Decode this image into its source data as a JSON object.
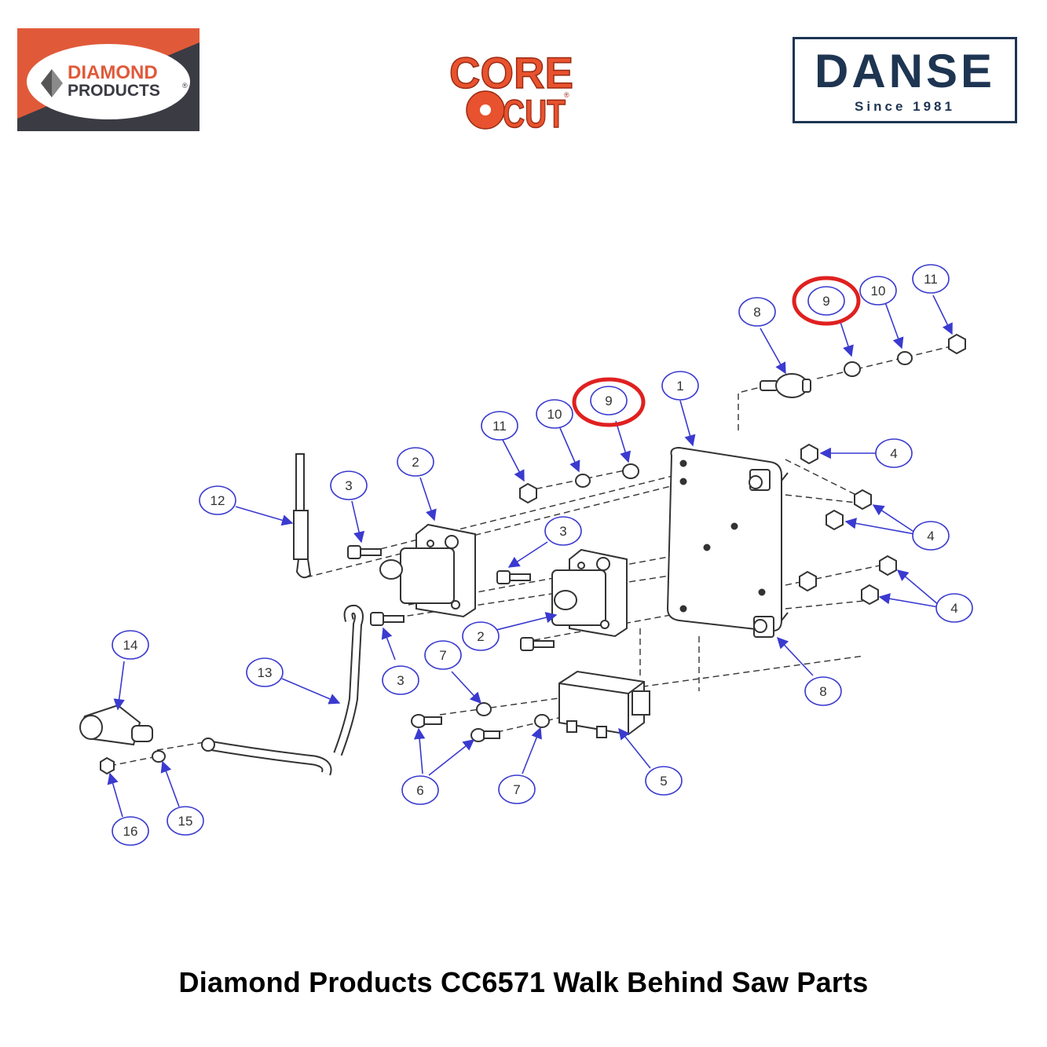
{
  "brand": {
    "diamond_products": {
      "line1": "DIAMOND",
      "line2": "PRODUCTS",
      "mark": "®"
    },
    "core_cut": {
      "line1": "CORE",
      "line2": "CUT",
      "mark": "®"
    },
    "danse": {
      "name": "DANSE",
      "tagline": "Since 1981"
    }
  },
  "caption": "Diamond Products CC6571 Walk Behind Saw Parts",
  "diagram": {
    "callouts": [
      "9",
      "10",
      "11",
      "8",
      "1",
      "9",
      "10",
      "11",
      "4",
      "12",
      "3",
      "2",
      "3",
      "4",
      "4",
      "2",
      "3",
      "8",
      "14",
      "13",
      "7",
      "6",
      "7",
      "5",
      "16",
      "15"
    ],
    "highlighted_callout": "9"
  },
  "colors": {
    "dp_red": "#e05a3a",
    "dp_dark": "#3b3b44",
    "core_cut_red": "#e8522e",
    "danse_navy": "#1e3552",
    "balloon_blue": "#3a3ad0",
    "highlight_red": "#e02020",
    "line_art": "#333333"
  }
}
